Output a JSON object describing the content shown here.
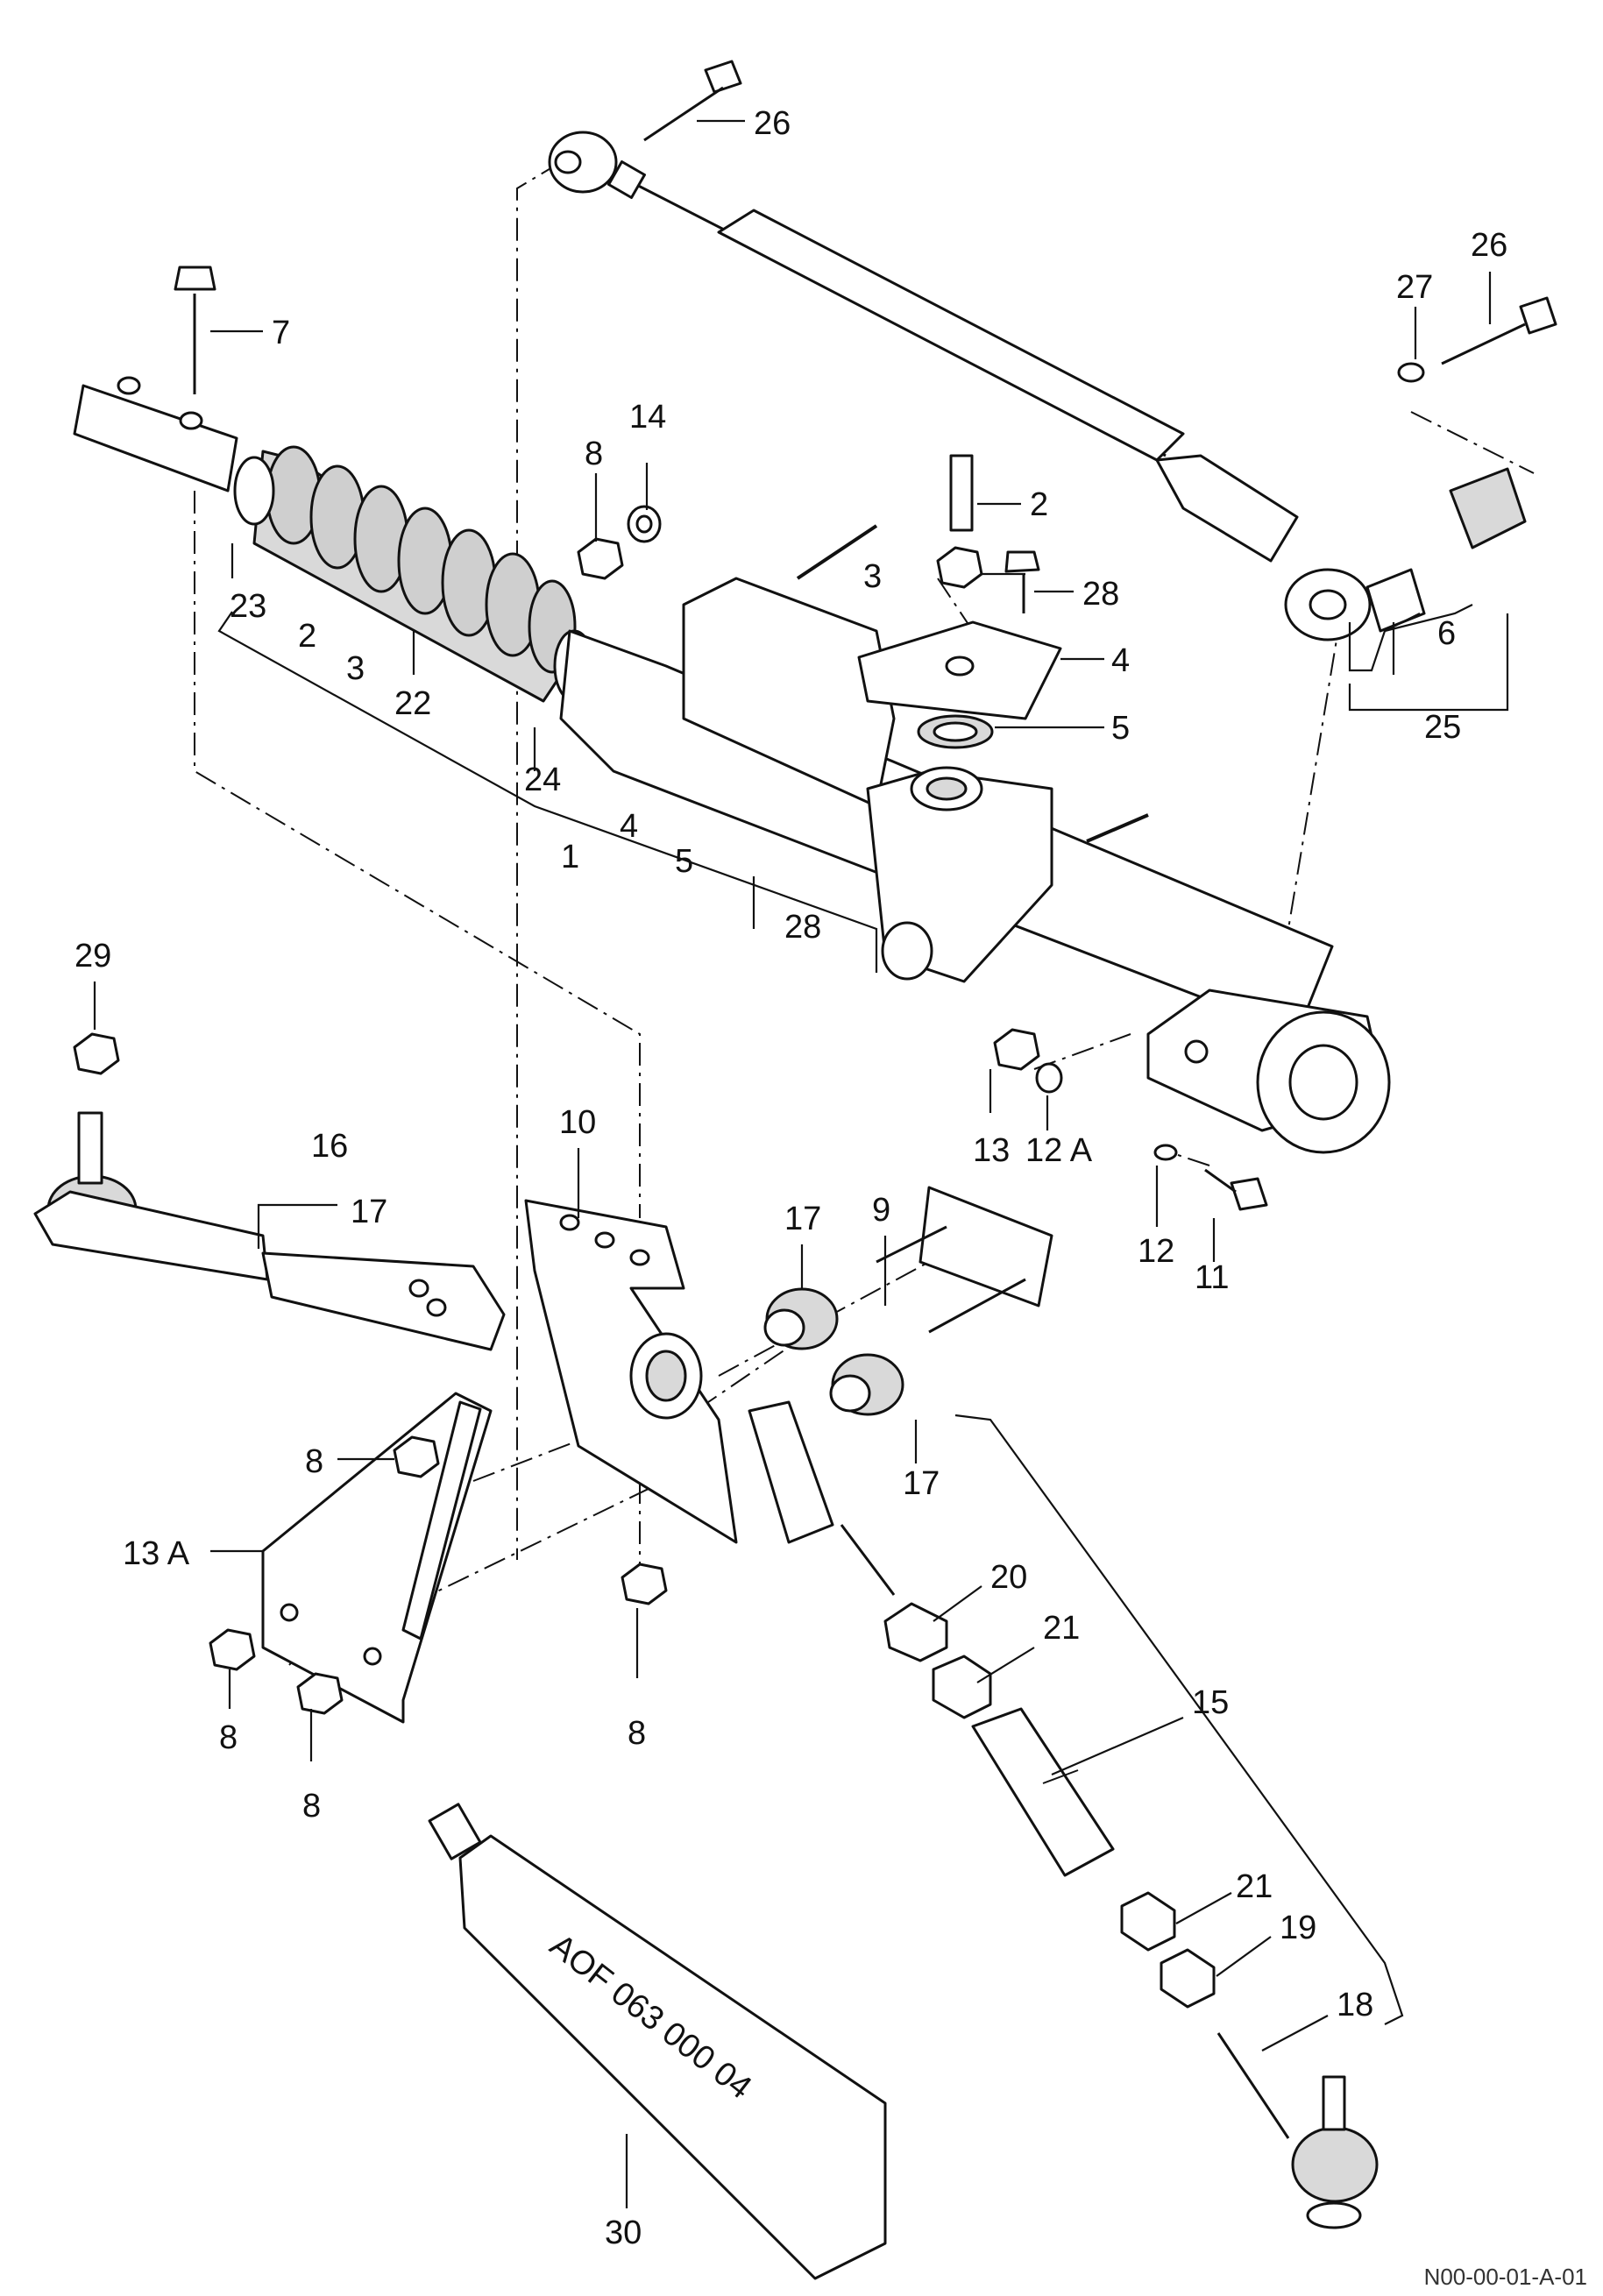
{
  "callouts": [
    {
      "id": "26a",
      "text": "26"
    },
    {
      "id": "26b",
      "text": "26"
    },
    {
      "id": "27",
      "text": "27"
    },
    {
      "id": "7",
      "text": "7"
    },
    {
      "id": "14",
      "text": "14"
    },
    {
      "id": "8a",
      "text": "8"
    },
    {
      "id": "2a",
      "text": "2"
    },
    {
      "id": "3a",
      "text": "3"
    },
    {
      "id": "28a",
      "text": "28"
    },
    {
      "id": "4a",
      "text": "4"
    },
    {
      "id": "5a",
      "text": "5"
    },
    {
      "id": "6",
      "text": "6"
    },
    {
      "id": "25",
      "text": "25"
    },
    {
      "id": "23",
      "text": "23"
    },
    {
      "id": "2b",
      "text": "2"
    },
    {
      "id": "3b",
      "text": "3"
    },
    {
      "id": "22",
      "text": "22"
    },
    {
      "id": "24",
      "text": "24"
    },
    {
      "id": "1",
      "text": "1"
    },
    {
      "id": "4b",
      "text": "4"
    },
    {
      "id": "5b",
      "text": "5"
    },
    {
      "id": "28b",
      "text": "28"
    },
    {
      "id": "29",
      "text": "29"
    },
    {
      "id": "16",
      "text": "16"
    },
    {
      "id": "17a",
      "text": "17"
    },
    {
      "id": "10",
      "text": "10"
    },
    {
      "id": "9",
      "text": "9"
    },
    {
      "id": "17b",
      "text": "17"
    },
    {
      "id": "17c",
      "text": "17"
    },
    {
      "id": "13",
      "text": "13"
    },
    {
      "id": "12A",
      "text": "12 A"
    },
    {
      "id": "12",
      "text": "12"
    },
    {
      "id": "11",
      "text": "11"
    },
    {
      "id": "8b",
      "text": "8"
    },
    {
      "id": "13A",
      "text": "13 A"
    },
    {
      "id": "8c",
      "text": "8"
    },
    {
      "id": "8d",
      "text": "8"
    },
    {
      "id": "8e",
      "text": "8"
    },
    {
      "id": "20",
      "text": "20"
    },
    {
      "id": "21a",
      "text": "21"
    },
    {
      "id": "15",
      "text": "15"
    },
    {
      "id": "21b",
      "text": "21"
    },
    {
      "id": "19",
      "text": "19"
    },
    {
      "id": "18",
      "text": "18"
    },
    {
      "id": "30",
      "text": "30"
    }
  ],
  "tube_label": "AOF 063 000 04",
  "footer_code": "N00-00-01-A-01"
}
